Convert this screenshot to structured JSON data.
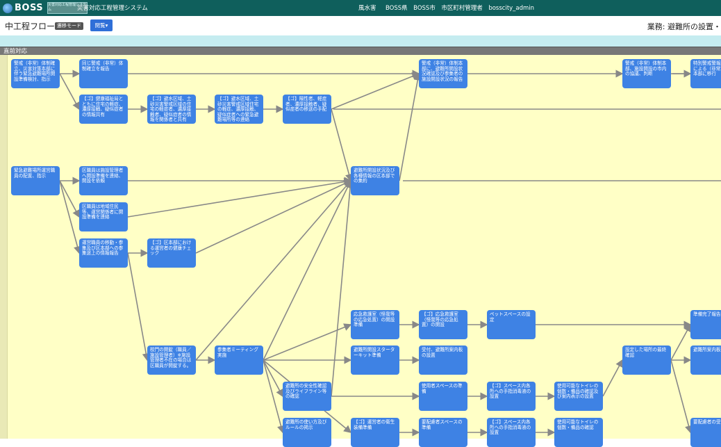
{
  "header": {
    "logo": "BOSS",
    "logo_sub": "災害対応工程管理システム",
    "system_name": "災害対応工程管理システム",
    "user_name": "風水害",
    "org": "BOSS県　BOSS市　市区町村管理者　bosscity_admin"
  },
  "toolbar": {
    "page_title": "中工程フロー",
    "mode_badge": "遷移モード",
    "view_dropdown": "閲覧▾",
    "business_label": "業務: 避難所の設置・"
  },
  "lane": {
    "name": "直前対応"
  },
  "flow": {
    "nodes": [
      {
        "id": "n1",
        "label": "警戒（非常）体制確立、災害対策本部に伴う緊急避難場所開設準備検討、指示"
      },
      {
        "id": "n2",
        "label": "同じ警戒（非常）体制確立を報告"
      },
      {
        "id": "n3",
        "label": "【ゴ】健康福祉局とともに住宅の軽症、濃厚接触、疑似症者の情報共有"
      },
      {
        "id": "n4",
        "label": "【ゴ】避水区域、土砂災害警戒区域の住宅の軽症者、濃厚接触者、疑似症者の情報を関係者と共有"
      },
      {
        "id": "n5",
        "label": "【ゴ】避水区域、土砂災害警戒区域住宅の軽症、濃厚接触、疑似症者への緊急避難場所等の連絡"
      },
      {
        "id": "n6",
        "label": "【ゴ】陽性者、軽症者、濃厚接触者、疑似症者の移送の手配"
      },
      {
        "id": "n7",
        "label": "警戒（非常）体制本部に、避難所開設状況確認及び参集者の施設開設状況の報告"
      },
      {
        "id": "n8",
        "label": "警戒（非常）体制本部、施設開設の市内の協議、判断"
      },
      {
        "id": "n9",
        "label": "特別警戒警報水位等による（非常）体制本部に移行"
      },
      {
        "id": "n10",
        "label": "緊急避難場所運営職員の配置、指示"
      },
      {
        "id": "n11",
        "label": "区職員は施設管理者へ開設準備を連絡、開設を依頼"
      },
      {
        "id": "n12",
        "label": "区職員は地域住民等、運営関係者に開設準備を連絡"
      },
      {
        "id": "n13",
        "label": "運営職員の移動・参集及び区本部への参集途上の情報報告"
      },
      {
        "id": "n14",
        "label": "【ゴ】区本部における運営者の健康チェック"
      },
      {
        "id": "n15",
        "label": "避難所開設状況及び各種情報の区本部での集約"
      },
      {
        "id": "n16",
        "label": "校門の開錠（職員／施設管理者）※施設管理者不在の場合は区職員が開錠する。"
      },
      {
        "id": "n17",
        "label": "参集者ミーティング実施"
      },
      {
        "id": "n18",
        "label": "応急救護室（怪我等の応急処置）の開設準備"
      },
      {
        "id": "n19",
        "label": "【ゴ】応急救護室（怪我等の応急処置）の開設"
      },
      {
        "id": "n20",
        "label": "ペットスペースの設定"
      },
      {
        "id": "n21",
        "label": "準備完了報告"
      },
      {
        "id": "n22",
        "label": "避難所開設スターターキット準備"
      },
      {
        "id": "n23",
        "label": "受付、避難所案内板の設置"
      },
      {
        "id": "n24",
        "label": "設定した場所の最終確認"
      },
      {
        "id": "n25",
        "label": "避難所案内板の設置"
      },
      {
        "id": "n26",
        "label": "避難所の安全性確認及びライフライン等の確認"
      },
      {
        "id": "n27",
        "label": "使用者スペースの準備"
      },
      {
        "id": "n28",
        "label": "【ゴ】スペース内各所への手指消毒液の設置"
      },
      {
        "id": "n29",
        "label": "使用可能なトイレの個数・備品の確認及び案内表示の設置"
      },
      {
        "id": "n30",
        "label": "避難所の使い方及びルールの掲示"
      },
      {
        "id": "n31",
        "label": "【ゴ】運営者の衛生装備準備"
      },
      {
        "id": "n32",
        "label": "要配慮者スペースの準備"
      },
      {
        "id": "n33",
        "label": "【ゴ】スペース内各所への手指消毒液の設置"
      },
      {
        "id": "n34",
        "label": "使用可能なトイレの個数・備品の確認"
      },
      {
        "id": "n35",
        "label": "要配慮者の受"
      }
    ]
  },
  "colors": {
    "header_bg": "#0f5f5c",
    "node_bg": "#3e82e4",
    "flow_bg": "#ffffc6",
    "lane_bar": "#777777",
    "edge": "#888888",
    "cyan_band": "#c5ecf0"
  }
}
